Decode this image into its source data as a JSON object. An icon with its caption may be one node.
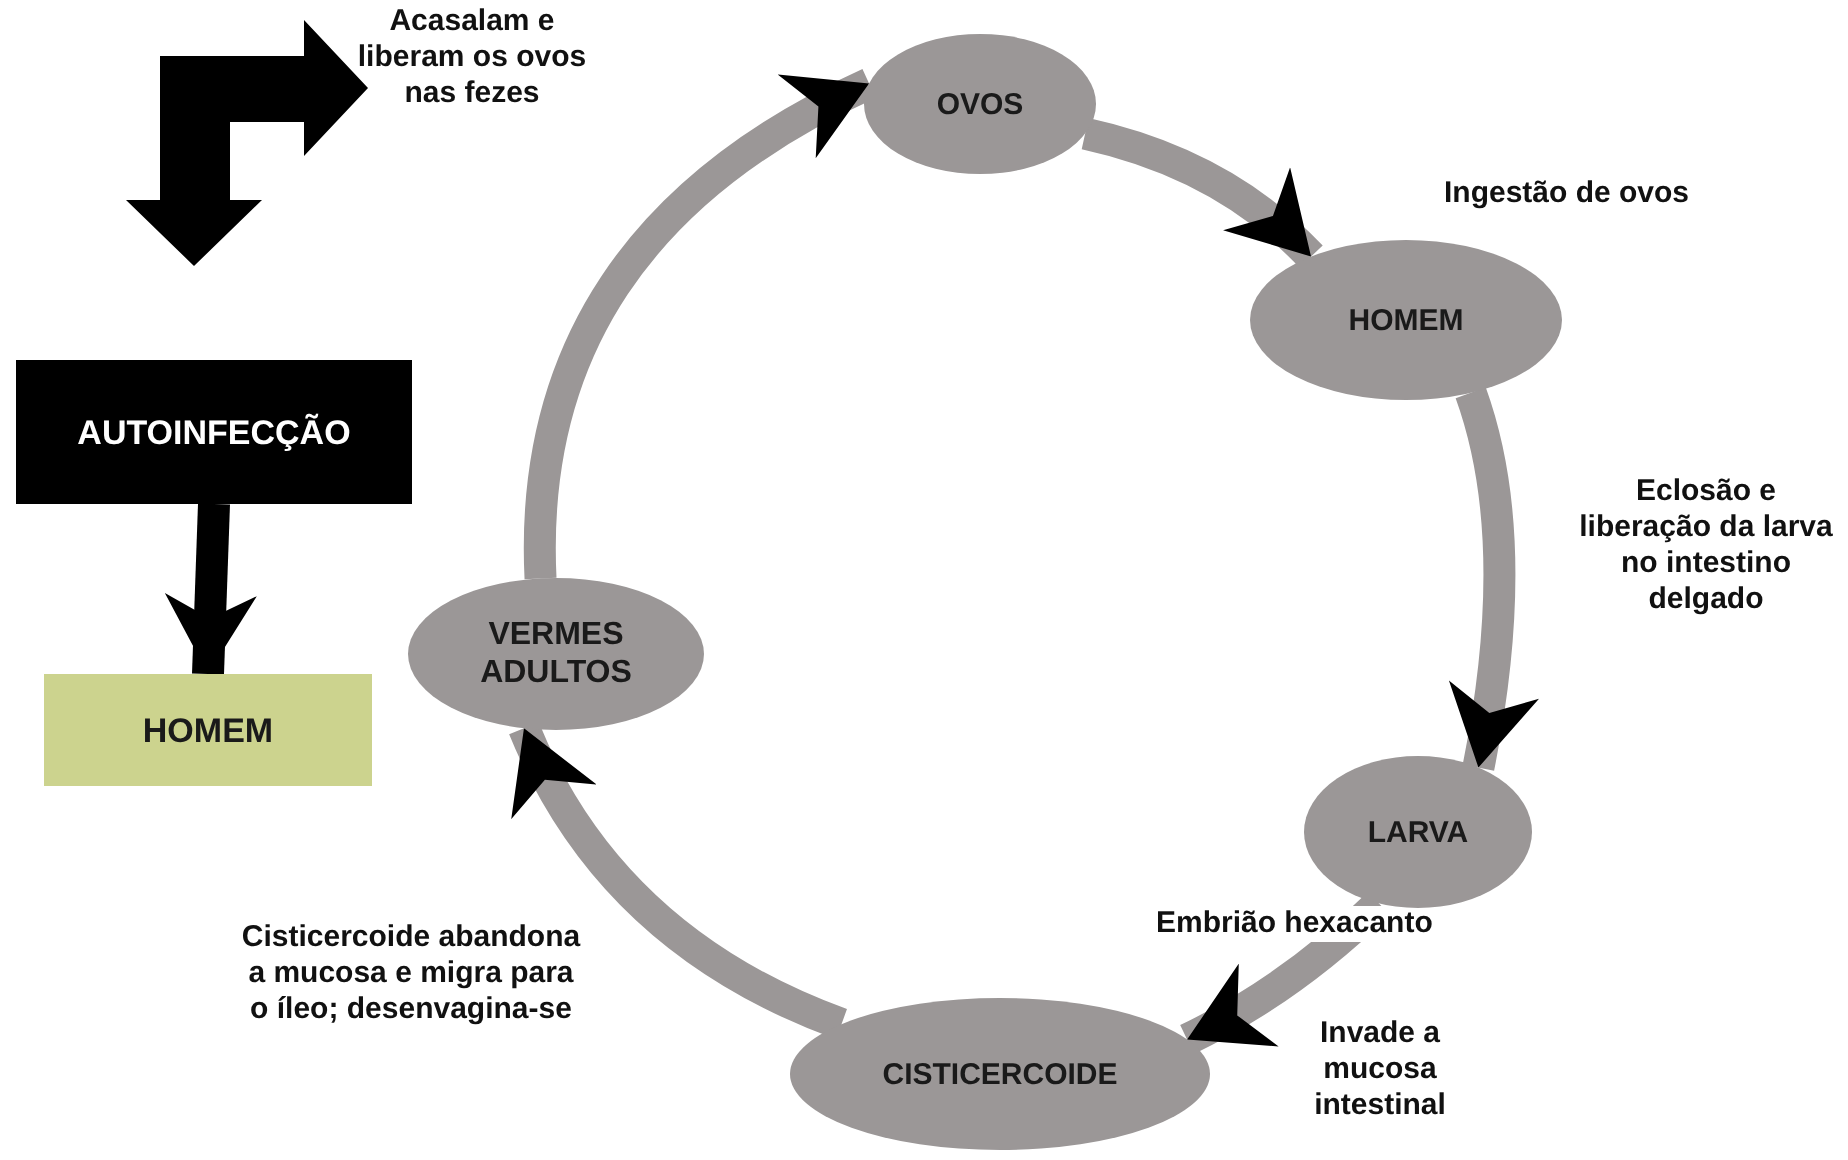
{
  "diagram": {
    "nodes": [
      {
        "text": [
          "OVOS"
        ]
      },
      {
        "text": [
          "HOMEM"
        ]
      },
      {
        "text": [
          "LARVA"
        ]
      },
      {
        "text": [
          "CISTICERCOIDE"
        ]
      },
      {
        "text": [
          "VERMES ADULTOS"
        ]
      },
      {
        "text": [
          "AUTOINFECÇÃO"
        ]
      },
      {
        "text": [
          "HOMEM"
        ]
      }
    ],
    "edges": [
      {
        "from": 0,
        "to": 1,
        "arrow": "to"
      },
      {
        "from": 1,
        "to": 2,
        "arrow": "to"
      },
      {
        "from": 2,
        "to": 3,
        "arrow": "to",
        "label": "Embrião hexacanto"
      },
      {
        "from": 3,
        "to": 4,
        "arrow": "to"
      },
      {
        "from": 4,
        "to": 0,
        "arrow": "to"
      },
      {
        "from": 5,
        "to": 6,
        "arrow": "to",
        "color": "#000000"
      }
    ],
    "labels": [
      "Acasalam e liberam os ovos nas fezes",
      "Ingestão de ovos",
      "Eclosão e liberação da larva no intestino delgado",
      "Invade a mucosa intestinal",
      "Cisticercoide abandona a mucosa e migra para o íleo; desenvagina-se"
    ]
  }
}
